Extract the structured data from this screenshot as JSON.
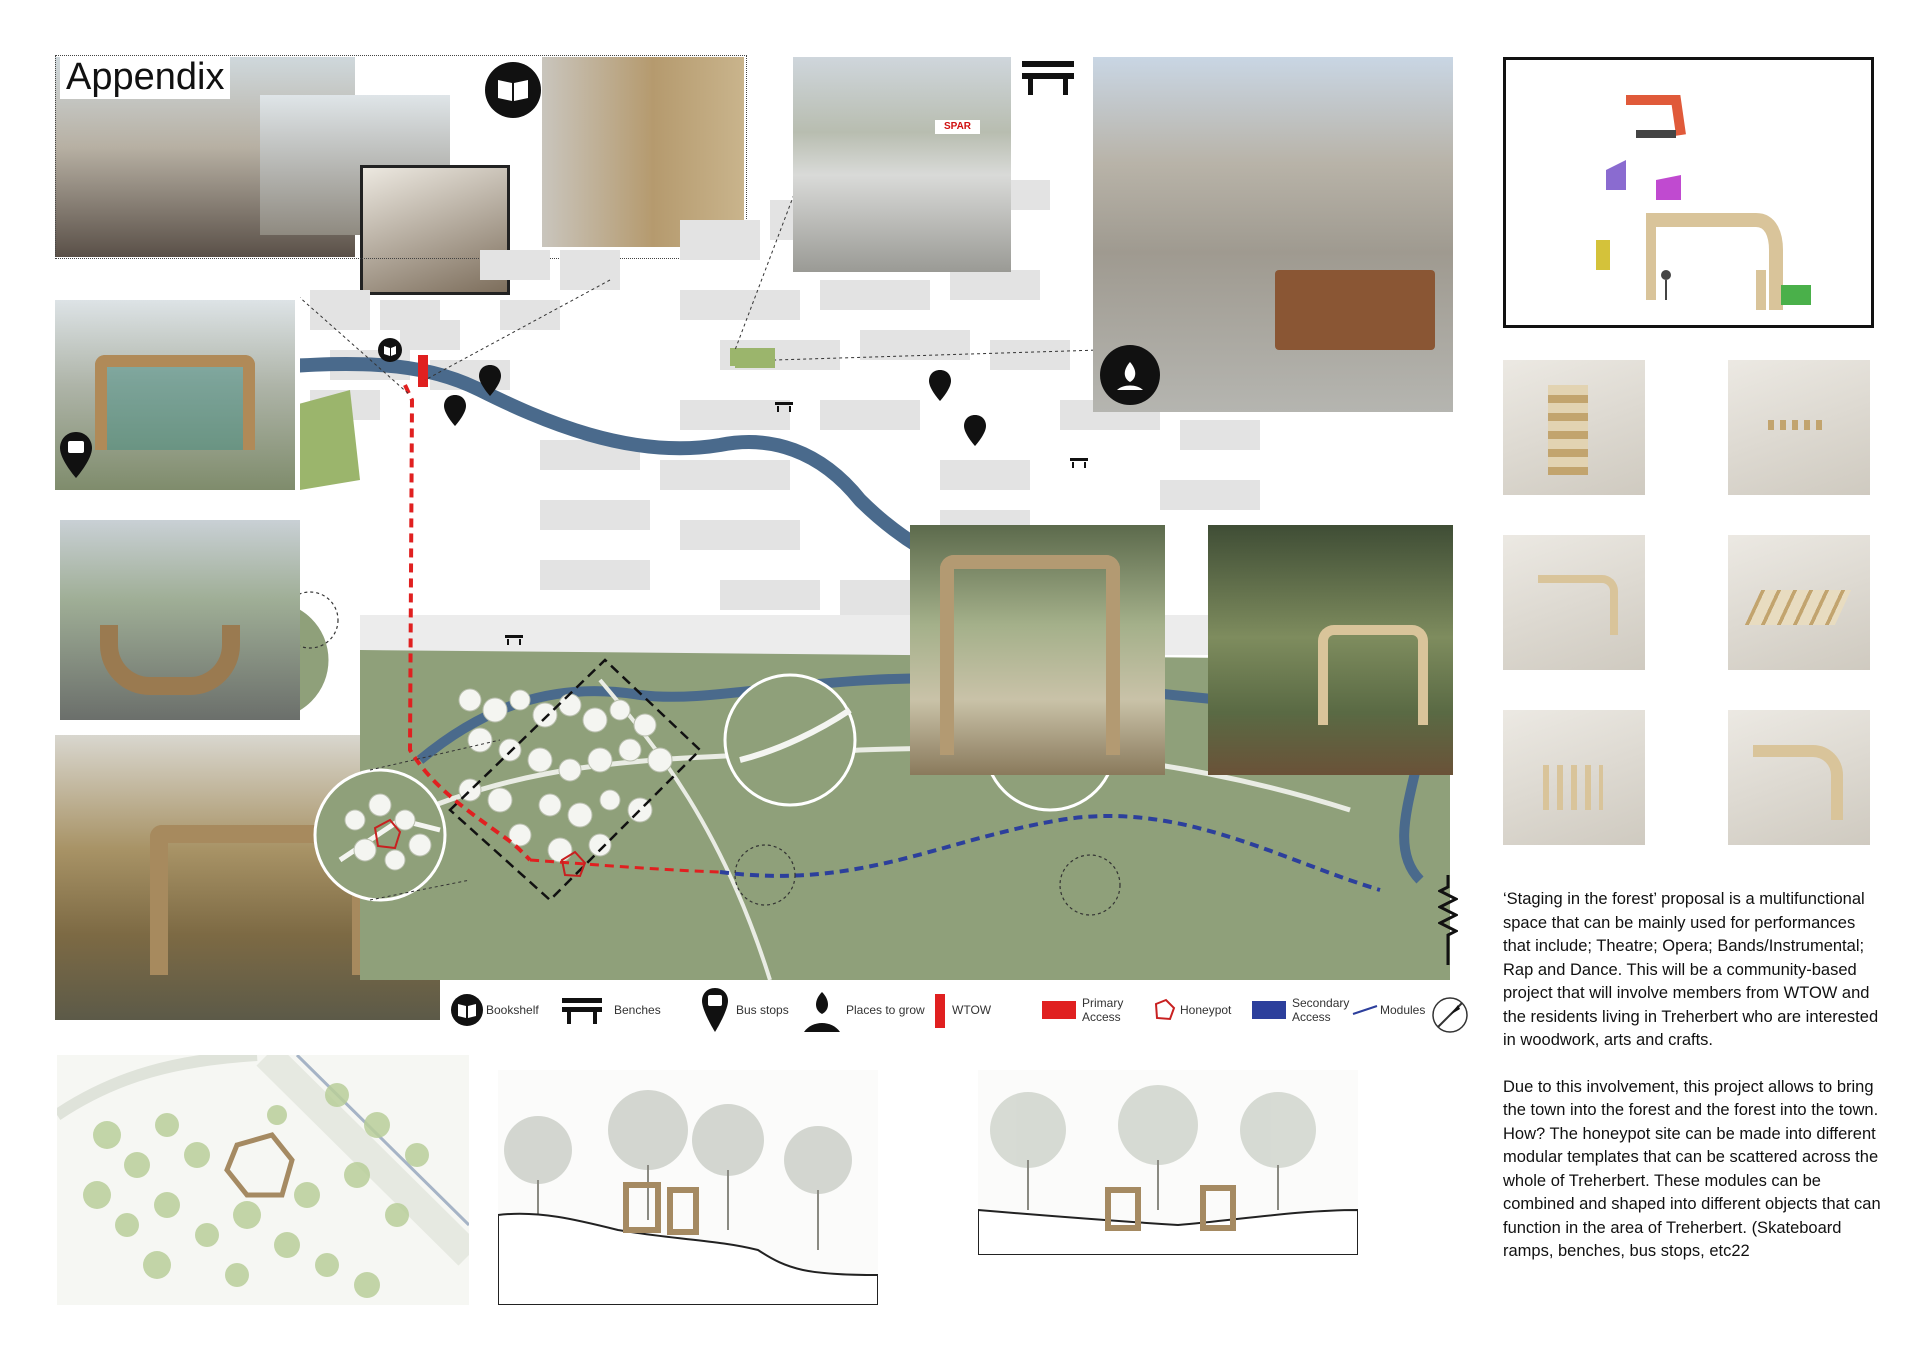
{
  "title": "Appendix",
  "legend": {
    "bookshelf": "Bookshelf",
    "benches": "Benches",
    "bus_stops": "Bus stops",
    "places_to_grow": "Places to grow",
    "wtow": "WTOW",
    "primary_access": "Primary\nAccess",
    "honeypot": "Honeypot",
    "secondary_access": "Secondary\nAccess",
    "modules": "Modules"
  },
  "description": {
    "paragraph1": "‘Staging in the forest’ proposal is a multifunctional space that can be mainly used for performances that include; Theatre; Opera; Bands/Instrumental; Rap and Dance. This will be a community-based project that will involve members from WTOW and the residents living in Treherbert who are interested in woodwork, arts and crafts.",
    "paragraph2": "Due to this involvement, this project allows to bring the town into the forest and the forest into the town. How? The honeypot site can be made into different modular templates that can be scattered across the whole of Treherbert. These modules can be combined and shaped into different objects that can function in the area of Treherbert. (Skateboard ramps, benches, bus stops, etc22"
  },
  "shop_sign": "SPAR",
  "colors": {
    "primary_access": "#e02020",
    "secondary_access": "#2c3f9c",
    "river": "#4a6a8c",
    "green": "#9bb56c",
    "map_green": "#8fa07a",
    "building": "#e3e3e3"
  },
  "icons": [
    "book-icon",
    "bench-icon",
    "bus-stop-icon",
    "sprout-icon",
    "compass-icon"
  ]
}
